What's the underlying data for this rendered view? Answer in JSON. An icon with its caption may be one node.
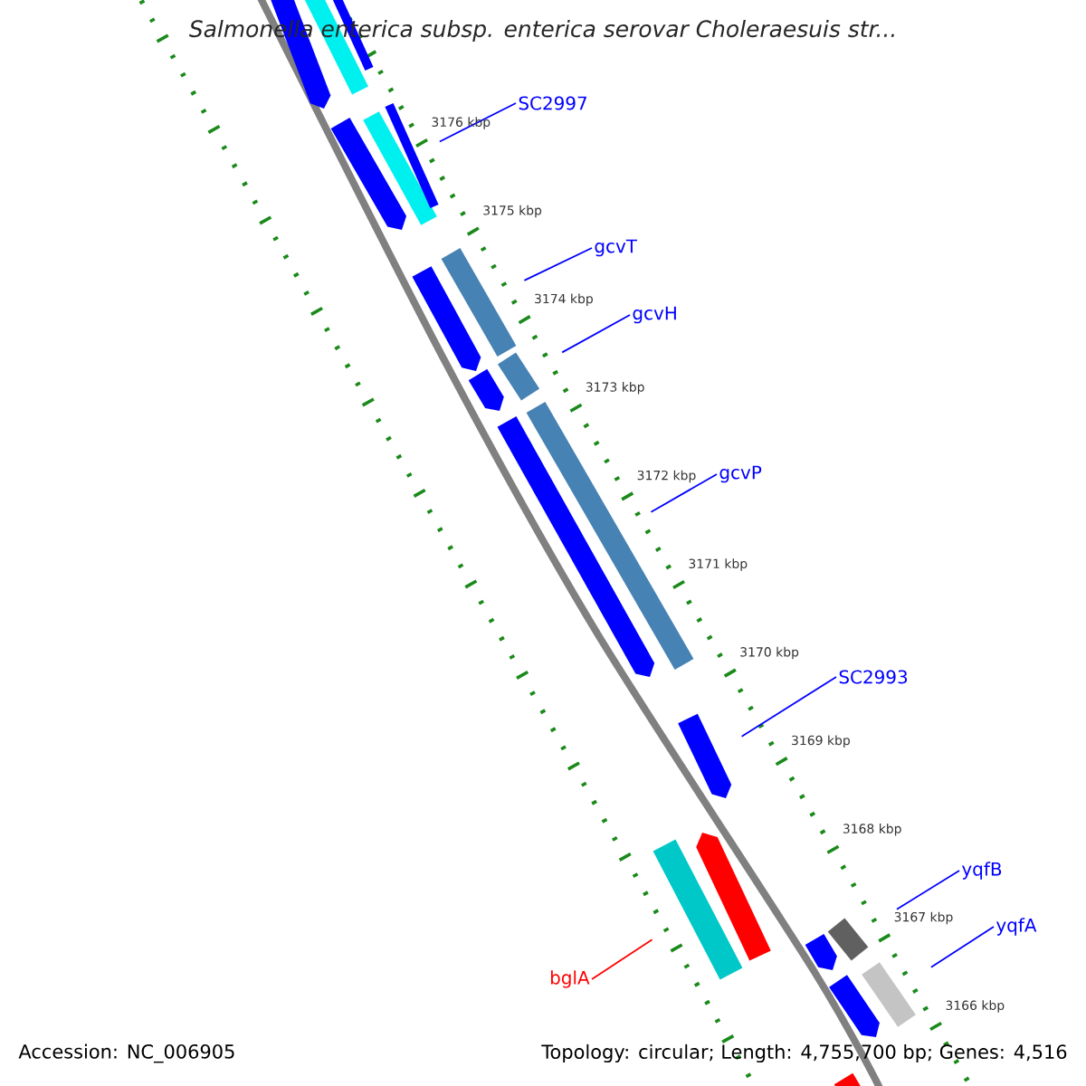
{
  "diagram": {
    "title": "Salmonella enterica subsp. enterica serovar Choleraesuis str...",
    "nodes": [
      {
        "text": [
          "SC2997"
        ]
      },
      {
        "text": [
          "gcvT"
        ]
      },
      {
        "text": [
          "gcvH"
        ]
      },
      {
        "text": [
          "gcvP"
        ]
      },
      {
        "text": [
          "SC2993"
        ]
      },
      {
        "text": [
          "yqfB"
        ]
      },
      {
        "text": [
          "yqfA"
        ]
      },
      {
        "text": [
          "bglA"
        ]
      },
      {
        "text": [],
        "shape": "bar"
      },
      {
        "text": [],
        "shape": "bar"
      },
      {
        "text": [],
        "shape": "bar"
      },
      {
        "text": [],
        "shape": "bar"
      },
      {
        "text": [],
        "shape": "bar"
      },
      {
        "text": [],
        "shape": "bar"
      },
      {
        "text": [],
        "shape": "bar"
      },
      {
        "text": [],
        "shape": "bar"
      },
      {
        "text": [],
        "shape": "bar"
      },
      {
        "text": [],
        "shape": "bar"
      },
      {
        "text": [],
        "shape": "bar"
      },
      {
        "text": [],
        "shape": "bar"
      },
      {
        "text": [],
        "shape": "bar"
      },
      {
        "text": [],
        "shape": "bar"
      },
      {
        "text": [],
        "shape": "bar"
      },
      {
        "text": [],
        "shape": "bar"
      },
      {
        "text": [],
        "shape": "bar"
      },
      {
        "text": [],
        "shape": "bar"
      },
      {
        "text": [],
        "shape": "bar"
      },
      {
        "text": [],
        "shape": "bar"
      }
    ],
    "edges": [
      {
        "from": 0,
        "to": 13,
        "arrow": "none"
      },
      {
        "from": 1,
        "to": 15,
        "arrow": "none"
      },
      {
        "from": 2,
        "to": 16,
        "arrow": "none"
      },
      {
        "from": 3,
        "to": 18,
        "arrow": "none"
      },
      {
        "from": 4,
        "to": 20,
        "arrow": "none"
      },
      {
        "from": 5,
        "to": 23,
        "arrow": "none"
      },
      {
        "from": 6,
        "to": 25,
        "arrow": "none"
      },
      {
        "from": 7,
        "to": 22,
        "arrow": "none",
        "color": "#ff0000"
      }
    ],
    "labels": [
      "3176 kbp",
      "3175 kbp",
      "3174 kbp",
      "3173 kbp",
      "3172 kbp",
      "3171 kbp",
      "3170 kbp",
      "3169 kbp",
      "3168 kbp",
      "3167 kbp",
      "3166 kbp",
      "Accession: NC_006905",
      "Topology: circular; Length: 4,755,700 bp; Genes: 4,516"
    ]
  }
}
